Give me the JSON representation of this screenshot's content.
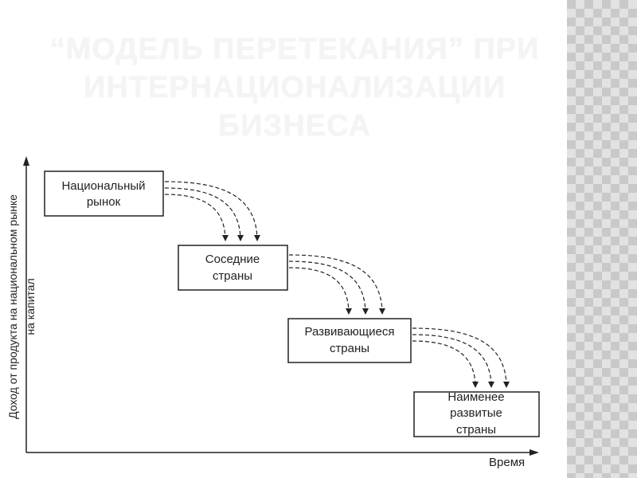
{
  "slide": {
    "title_lines": [
      "“МОДЕЛЬ ПЕРЕТЕКАНИЯ” ПРИ",
      "ИНТЕРНАЦИОНАЛИЗАЦИИ",
      "БИЗНЕСА"
    ]
  },
  "diagram": {
    "y_axis_label_lines": [
      "Доход от продукта на национальном рынке",
      "на капитал"
    ],
    "x_axis_label": "Время",
    "boxes": [
      {
        "lines": [
          "Национальный",
          "рынок"
        ]
      },
      {
        "lines": [
          "Соседние",
          "страны"
        ]
      },
      {
        "lines": [
          "Развивающиеся",
          "страны"
        ]
      },
      {
        "lines": [
          "Наименее",
          "развитые",
          "страны"
        ]
      }
    ]
  },
  "colors": {
    "title_text": "#f4f4f4",
    "pattern_dark": "#c9c9c9",
    "pattern_light": "#e2e2e2",
    "lines": "#222222"
  }
}
